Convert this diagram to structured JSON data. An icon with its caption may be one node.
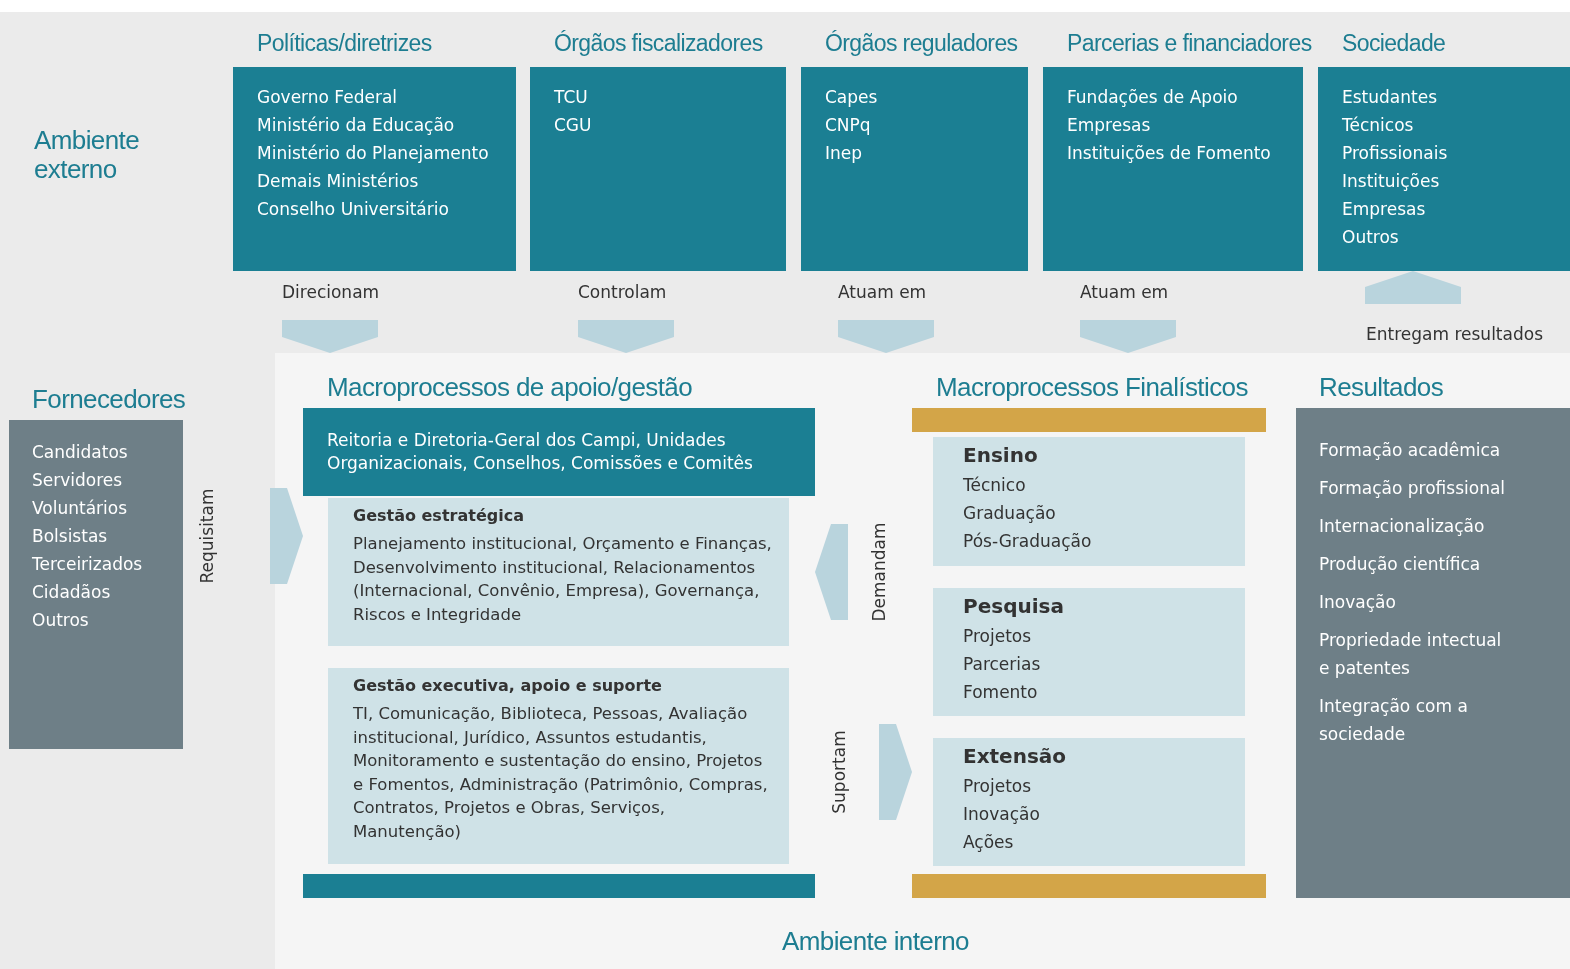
{
  "diagram": {
    "nodes": [
      {
        "text": [
          "Políticas/diretrizes",
          "Governo Federal",
          "Ministério da Educação",
          "Ministério do Planejamento",
          "Demais Ministérios",
          "Conselho Universitário"
        ]
      },
      {
        "text": [
          "Órgãos fiscalizadores",
          "TCU",
          "CGU"
        ]
      },
      {
        "text": [
          "Órgãos reguladores",
          "Capes",
          "CNPq",
          "Inep"
        ]
      },
      {
        "text": [
          "Parcerias e financiadores",
          "Fundações de Apoio",
          "Empresas",
          "Instituições de Fomento"
        ]
      },
      {
        "text": [
          "Sociedade",
          "Estudantes",
          "Técnicos",
          "Profissionais",
          "Instituições",
          "Empresas",
          "Outros"
        ]
      },
      {
        "text": [
          "Ambiente interno"
        ]
      },
      {
        "text": [
          "Macroprocessos de apoio/gestão",
          "Reitoria e Diretoria-Geral dos Campi, Unidades Organizacionais, Conselhos, Comissões e Comitês"
        ],
        "in": 5
      },
      {
        "text": [
          "Gestão estratégica",
          "Planejamento institucional, Orçamento e Finanças,  Desenvolvimento institucional, Relacionamentos (Internacional, Convênio, Empresa), Governança, Riscos e Integridade"
        ],
        "in": 6
      },
      {
        "text": [
          "Gestão executiva, apoio e suporte",
          "TI, Comunicação, Biblioteca, Pessoas, Avaliação institucional, Jurídico, Assuntos estudantis, Monitoramento e sustentação do ensino, Projetos e Fomentos, Administração (Patrimônio, Compras, Contratos, Projetos e Obras, Serviços, Manutenção)"
        ],
        "in": 6
      },
      {
        "text": [
          "Macroprocessos Finalísticos"
        ],
        "in": 5
      },
      {
        "text": [
          "Ensino",
          "Técnico",
          "Graduação",
          "Pós-Graduação"
        ],
        "in": 9
      },
      {
        "text": [
          "Pesquisa",
          "Projetos",
          "Parcerias",
          "Fomento"
        ],
        "in": 9
      },
      {
        "text": [
          "Extensão",
          "Projetos",
          "Inovação",
          "Ações"
        ],
        "in": 9
      },
      {
        "text": [
          "Resultados",
          "Formação acadêmica",
          "Formação profissional",
          "Internacionalização",
          "Produção científica",
          "Inovação",
          "Propriedade intectual e patentes",
          "Integração com a sociedade"
        ],
        "in": 5
      },
      {
        "text": [
          "Fornecedores",
          "Candidatos",
          "Servidores",
          "Voluntários",
          "Bolsistas",
          "Terceirizados",
          "Cidadãos",
          "Outros"
        ]
      }
    ],
    "edges": [
      {
        "from": 0,
        "to": 5,
        "arrow": "to",
        "label": "Direcionam"
      },
      {
        "from": 1,
        "to": 5,
        "arrow": "to",
        "label": "Controlam"
      },
      {
        "from": 2,
        "to": 5,
        "arrow": "to",
        "label": "Atuam em"
      },
      {
        "from": 3,
        "to": 5,
        "arrow": "to",
        "label": "Atuam em"
      },
      {
        "from": 5,
        "to": 4,
        "arrow": "to",
        "label": "Entregam resultados"
      },
      {
        "from": 14,
        "to": 6,
        "arrow": "to",
        "label": "Requisitam"
      },
      {
        "from": 9,
        "to": 6,
        "arrow": "to",
        "label": "Demandam"
      },
      {
        "from": 6,
        "to": 9,
        "arrow": "to",
        "label": "Suportam"
      }
    ],
    "labels": [
      "Ambiente externo"
    ]
  }
}
